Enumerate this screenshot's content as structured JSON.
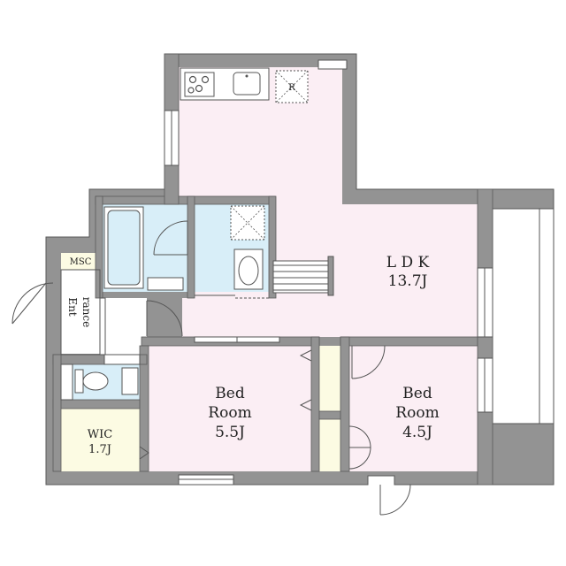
{
  "rooms": {
    "ldk": {
      "name": "L D K",
      "size": "13.7J"
    },
    "bed1": {
      "name_1": "Bed",
      "name_2": "Room",
      "size": "5.5J"
    },
    "bed2": {
      "name_1": "Bed",
      "name_2": "Room",
      "size": "4.5J"
    },
    "wic": {
      "name": "WIC",
      "size": "1.7J"
    },
    "entrance": {
      "line_1": "Ent",
      "line_2": "rance"
    },
    "msc": {
      "label": "MSC"
    },
    "fridge": {
      "label": "R"
    }
  },
  "colors": {
    "wall": "#939393",
    "wall_edge": "#5a5a5a",
    "room_pink": "#fbeef4",
    "wet_blue": "#d8eef8",
    "closet_yellow": "#fcfbe3",
    "line": "#555555"
  }
}
